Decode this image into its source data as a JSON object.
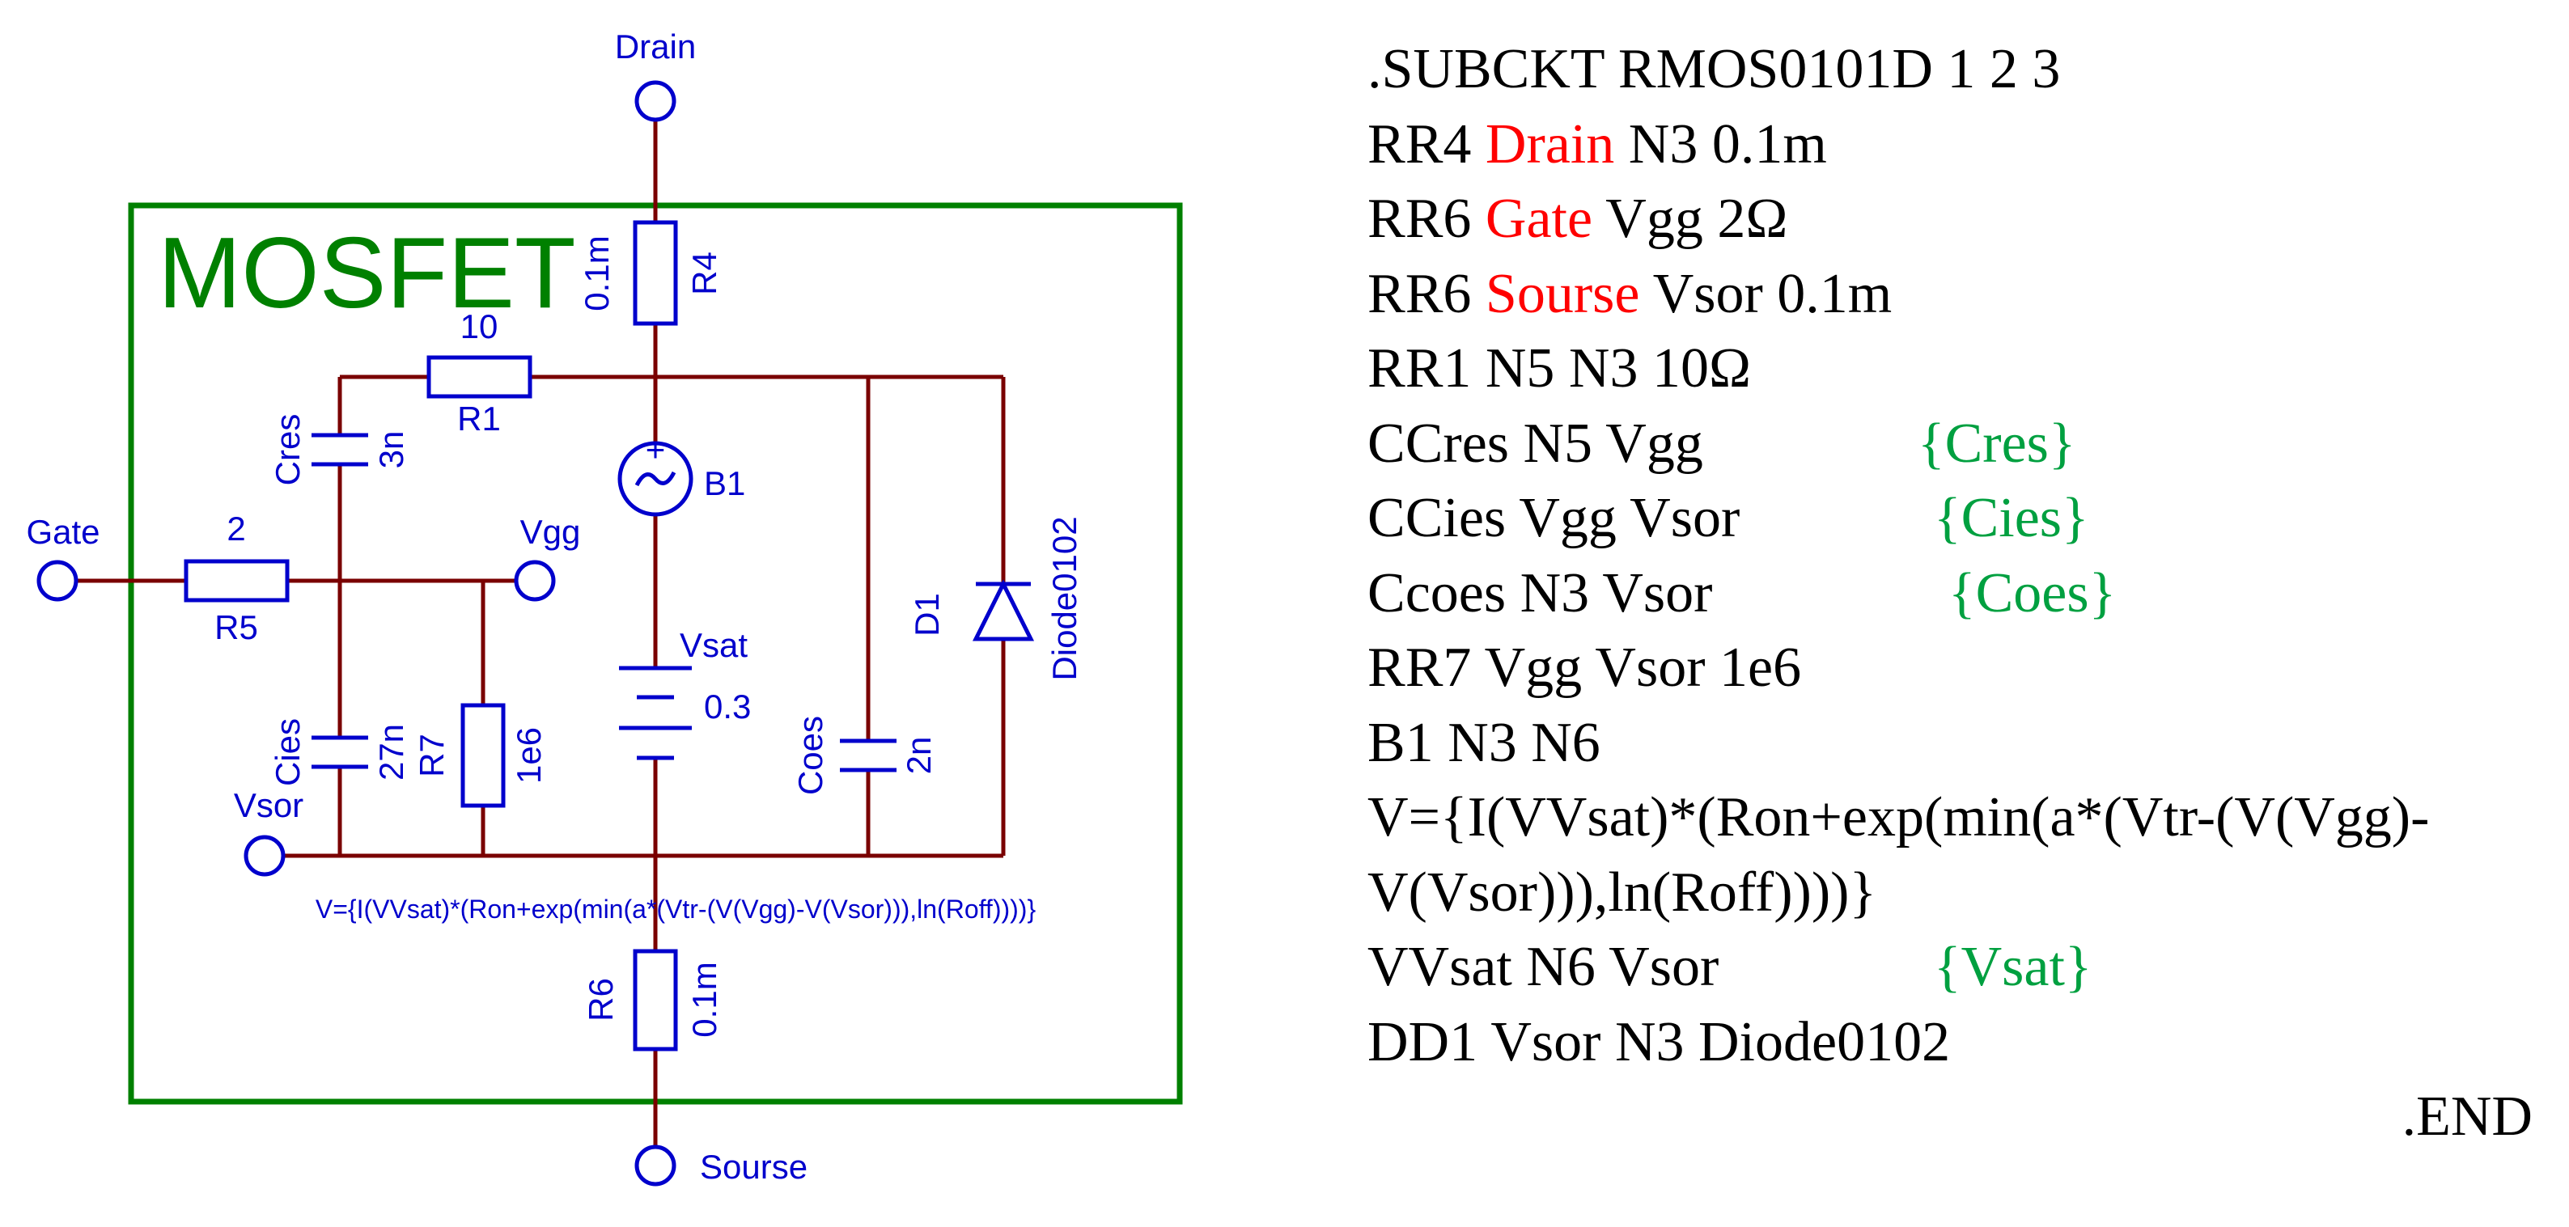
{
  "colors": {
    "wire": "#7a0000",
    "component": "#0000cc",
    "border": "#008000",
    "highlight_red": "#ff0000",
    "highlight_green": "#00a040"
  },
  "schematic": {
    "title": "MOSFET",
    "ports": {
      "drain": "Drain",
      "gate": "Gate",
      "vgg": "Vgg",
      "vsor": "Vsor",
      "source": "Sourse"
    },
    "components": {
      "r4": {
        "name": "R4",
        "value": "0.1m"
      },
      "r1": {
        "name": "R1",
        "value": "10"
      },
      "r5": {
        "name": "R5",
        "value": "2"
      },
      "r7": {
        "name": "R7",
        "value": "1e6"
      },
      "r6": {
        "name": "R6",
        "value": "0.1m"
      },
      "cres": {
        "name": "Cres",
        "value": "3n"
      },
      "cies": {
        "name": "Cies",
        "value": "27n"
      },
      "coes": {
        "name": "Coes",
        "value": "2n"
      },
      "b1": {
        "name": "B1"
      },
      "vsat": {
        "name": "Vsat",
        "value": "0.3"
      },
      "d1": {
        "name": "D1",
        "model": "Diode0102"
      }
    },
    "formula": "V={I(VVsat)*(Ron+exp(min(a*(Vtr-(V(Vgg)-V(Vsor))),ln(Roff))))}"
  },
  "netlist": {
    "l1": ".SUBCKT  RMOS0101D  1  2  3",
    "l2a": "RR4 ",
    "l2b": "Drain",
    "l2c": " N3   0.1m",
    "l3a": "RR6 ",
    "l3b": "Gate",
    "l3c": " Vgg   2Ω",
    "l4a": "RR6 ",
    "l4b": "Sourse",
    "l4c": " Vsor   0.1m",
    "l5": "RR1  N5 N3     10Ω",
    "l6a": "CCres  N5 Vgg",
    "l6b": "{Cres}",
    "l7a": "CCies  Vgg Vsor",
    "l7b": "{Cies}",
    "l8a": "Ccoes  N3 Vsor",
    "l8b": "{Coes}",
    "l9": "RR7  Vgg Vsor 1e6",
    "l10": "B1  N3 N6",
    "l11": "V={I(VVsat)*(Ron+exp(min(a*(Vtr-(V(Vgg)-",
    "l12": "V(Vsor))),ln(Roff))))}",
    "l13a": "VVsat  N6 Vsor",
    "l13b": "{Vsat}",
    "l14": "DD1 Vsor N3 Diode0102",
    "l15": ".END"
  }
}
